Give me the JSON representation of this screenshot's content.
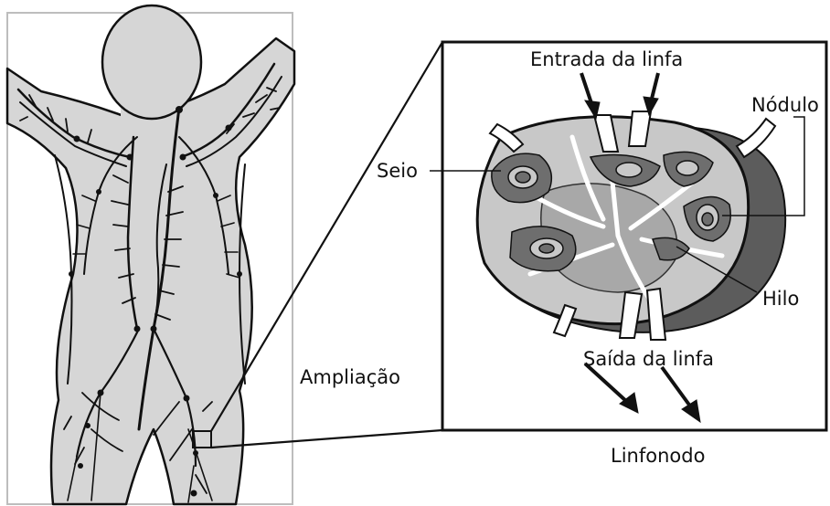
{
  "labels": {
    "entrada": "Entrada da linfa",
    "nodulo": "Nódulo",
    "seio": "Seio",
    "hilo": "Hilo",
    "saida": "Saída da linfa",
    "ampliacao": "Ampliação",
    "linfonodo": "Linfonodo"
  },
  "colors": {
    "body_fill": "#d6d6d6",
    "body_stroke": "#111111",
    "frame_gray": "#bdbdbd",
    "node_outer": "#5c5c5c",
    "node_cortex": "#c8c8c8",
    "node_medulla": "#b2b2b2",
    "nodule_dark": "#6e6e6e"
  }
}
